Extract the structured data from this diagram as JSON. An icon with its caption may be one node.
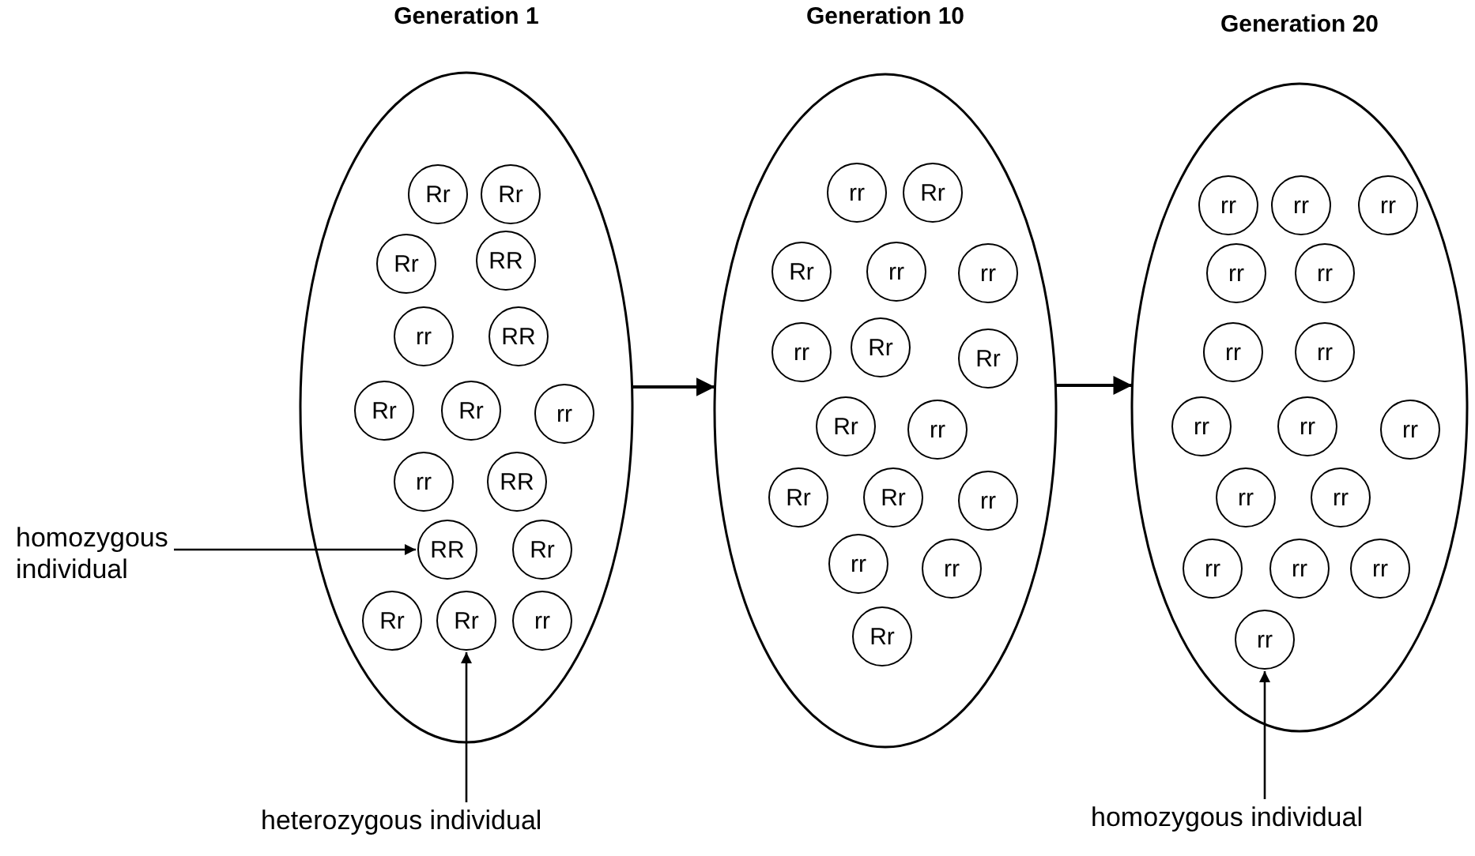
{
  "diagram": {
    "nodes": [
      {
        "text": [
          "Generation 1"
        ]
      },
      {
        "text": [
          "Rr"
        ],
        "in": 0
      },
      {
        "text": [
          "Rr"
        ],
        "in": 0
      },
      {
        "text": [
          "Rr"
        ],
        "in": 0
      },
      {
        "text": [
          "RR"
        ],
        "in": 0
      },
      {
        "text": [
          "rr"
        ],
        "in": 0
      },
      {
        "text": [
          "RR"
        ],
        "in": 0
      },
      {
        "text": [
          "Rr"
        ],
        "in": 0
      },
      {
        "text": [
          "Rr"
        ],
        "in": 0
      },
      {
        "text": [
          "rr"
        ],
        "in": 0
      },
      {
        "text": [
          "rr"
        ],
        "in": 0
      },
      {
        "text": [
          "RR"
        ],
        "in": 0
      },
      {
        "text": [
          "RR"
        ],
        "in": 0
      },
      {
        "text": [
          "Rr"
        ],
        "in": 0
      },
      {
        "text": [
          "Rr"
        ],
        "in": 0
      },
      {
        "text": [
          "Rr"
        ],
        "in": 0
      },
      {
        "text": [
          "rr"
        ],
        "in": 0
      },
      {
        "text": [
          "Generation 10"
        ]
      },
      {
        "text": [
          "rr"
        ],
        "in": 17
      },
      {
        "text": [
          "Rr"
        ],
        "in": 17
      },
      {
        "text": [
          "Rr"
        ],
        "in": 17
      },
      {
        "text": [
          "rr"
        ],
        "in": 17
      },
      {
        "text": [
          "rr"
        ],
        "in": 17
      },
      {
        "text": [
          "rr"
        ],
        "in": 17
      },
      {
        "text": [
          "Rr"
        ],
        "in": 17
      },
      {
        "text": [
          "Rr"
        ],
        "in": 17
      },
      {
        "text": [
          "Rr"
        ],
        "in": 17
      },
      {
        "text": [
          "rr"
        ],
        "in": 17
      },
      {
        "text": [
          "Rr"
        ],
        "in": 17
      },
      {
        "text": [
          "Rr"
        ],
        "in": 17
      },
      {
        "text": [
          "rr"
        ],
        "in": 17
      },
      {
        "text": [
          "rr"
        ],
        "in": 17
      },
      {
        "text": [
          "rr"
        ],
        "in": 17
      },
      {
        "text": [
          "Rr"
        ],
        "in": 17
      },
      {
        "text": [
          "Generation 20"
        ]
      },
      {
        "text": [
          "rr"
        ],
        "in": 34
      },
      {
        "text": [
          "rr"
        ],
        "in": 34
      },
      {
        "text": [
          "rr"
        ],
        "in": 34
      },
      {
        "text": [
          "rr"
        ],
        "in": 34
      },
      {
        "text": [
          "rr"
        ],
        "in": 34
      },
      {
        "text": [
          "rr"
        ],
        "in": 34
      },
      {
        "text": [
          "rr"
        ],
        "in": 34
      },
      {
        "text": [
          "rr"
        ],
        "in": 34
      },
      {
        "text": [
          "rr"
        ],
        "in": 34
      },
      {
        "text": [
          "rr"
        ],
        "in": 34
      },
      {
        "text": [
          "rr"
        ],
        "in": 34
      },
      {
        "text": [
          "rr"
        ],
        "in": 34
      },
      {
        "text": [
          "rr"
        ],
        "in": 34
      },
      {
        "text": [
          "rr"
        ],
        "in": 34
      },
      {
        "text": [
          "rr"
        ],
        "in": 34
      },
      {
        "text": [
          "rr"
        ],
        "in": 34
      },
      {
        "text": [
          "homozygous individual"
        ]
      },
      {
        "text": [
          "heterozygous individual"
        ]
      },
      {
        "text": [
          "homozygous individual"
        ]
      }
    ],
    "edges": [
      {
        "from": 0,
        "to": 17,
        "arrow": "to"
      },
      {
        "from": 17,
        "to": 34,
        "arrow": "to"
      },
      {
        "from": 51,
        "to": 12,
        "arrow": "to"
      },
      {
        "from": 52,
        "to": 15,
        "arrow": "to"
      },
      {
        "from": 53,
        "to": 50,
        "arrow": "to"
      }
    ]
  }
}
